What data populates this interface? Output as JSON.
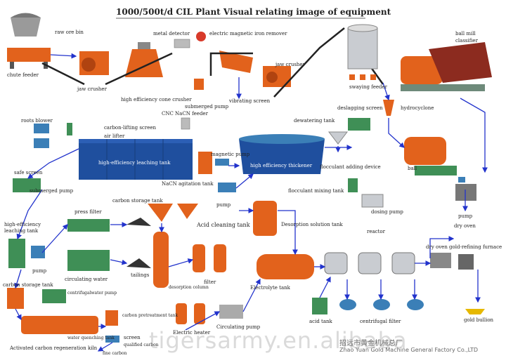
{
  "title": "1000/500t/d CIL Plant Visual relating image of equipment",
  "labels": {
    "raw_ore_bin": "raw ore bin",
    "metal_detector": "metal detector",
    "magnetic_iron_remover": "electric magnetic iron remover",
    "ball_mill": "ball mill",
    "classifier": "classifier",
    "chute_feeder": "chute feeder",
    "jaw_crusher_1": "jaw crusher",
    "cone_crusher": "high efficiency cone crusher",
    "jaw_crusher_2": "jaw crusher",
    "submerged_pump_1": "submerged pump",
    "vibrating_screen": "vibrating screen",
    "swaying_feeder": "swaying feeder",
    "nacn_feeder": "CNC NaCN feeder",
    "deslagging_screen": "deslagging screen",
    "hydrocyclone": "hydrocyclone",
    "roots_blower": "roots blower",
    "carbon_lifting_screen": "carbon-lifting screen",
    "dewatering_tank": "dewatering tank",
    "air_lifter": "air lifter",
    "leaching_tank": "high-efficiency leaching tank",
    "magnetic_pump": "magnetic pump",
    "thickener": "high efficiency thickener",
    "flocculant_adding": "flocculant adding device",
    "safe_screen": "safe screen",
    "nacn_agitation": "NaCN agitation tank",
    "flocculant_mixing": "flocculant mixing tank",
    "ball_mill_lower": "ball",
    "submerged_pump_2": "submerged pump",
    "carbon_storage_tank_1": "carbon storage tank",
    "pump_1": "pump",
    "dosing_pump": "dosing pump",
    "press_filter": "press filter",
    "pump_right": "pump",
    "acid_cleaning_tank": "Acid cleaning tank",
    "desorption_solution_tank": "Desorption solution tank",
    "dry_oven_1": "dry oven",
    "high_eff_leaching_tank": "high-efficiency leaching tank",
    "reactor": "reactor",
    "dry_oven_furnace": "dry oven gold-refining furnace",
    "pump_2": "pump",
    "circulating_water": "circulating water",
    "tailings": "tailings",
    "filter": "filter",
    "carbon_storage_tank_2": "carbon storage tank",
    "desorption_column": "desorption column",
    "electrolyte_tank": "Electrolyte tank",
    "centrifugal_water_pump": "centrifugalwater pump",
    "gold_bullion": "gold bullion",
    "carbon_pretreatment_tank": "carbon pretreatment tank",
    "acid_tank": "acid tank",
    "centrifugal_filter": "centrifugal filter",
    "electric_heater": "Electric heater",
    "circulating_pump": "Circulating pump",
    "water_quenching_tank": "water quenching tank",
    "screen": "screen",
    "qualified_carbon": "qualified carbon",
    "regeneration_kiln": "Activated carbon regeneration kiln",
    "fine_carbon": "fine carbon"
  },
  "watermark": "tigersarmy.en.alibaba",
  "company_cn": "招远市黄金机械总厂",
  "company_en": "Zhao Yuan Gold Machine General Factory Co.,LTD",
  "colors": {
    "flow_line": "#2233cc",
    "conveyor": "#222222",
    "tank_blue": "#1f4f9e",
    "orange": "#e2621c",
    "green": "#3f8f56",
    "steel": "#c9ccd1"
  }
}
